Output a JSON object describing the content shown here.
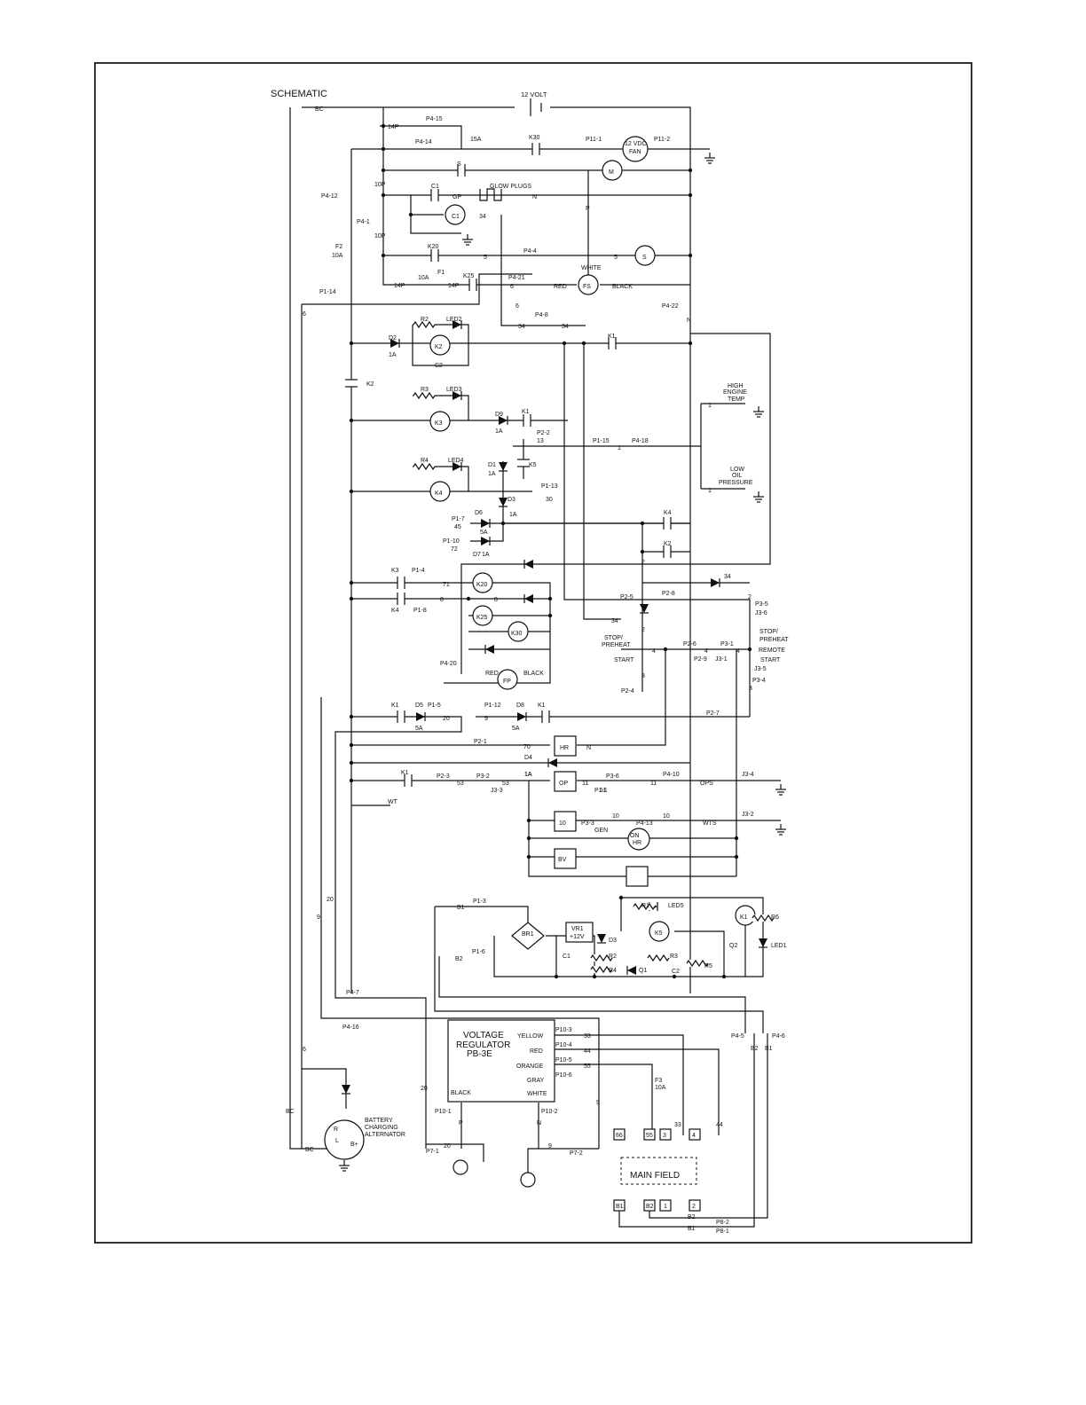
{
  "title": "SCHEMATIC",
  "battery": "12 VOLT",
  "colors": {
    "line": "#111111",
    "background": "#ffffff"
  },
  "top_section": {
    "labels": [
      "BC",
      "14P",
      "P4-15",
      "15A",
      "P4-14",
      "K30",
      "P11-1",
      "12 VDC",
      "FAN",
      "P11-2",
      "S",
      "M",
      "10P",
      "C1",
      "GP",
      "GLOW PLUGS",
      "N",
      "P4-12",
      "P4-1",
      "10P",
      "C1",
      "34",
      "F2",
      "10A",
      "K20",
      "5",
      "P4-4",
      "5",
      "S",
      "P",
      "WHITE",
      "F1",
      "10A",
      "14P",
      "14P",
      "K25",
      "6",
      "P4-21",
      "RED",
      "FS",
      "BLACK",
      "P1-14",
      "6",
      "6",
      "P4-22",
      "N",
      "P4-8",
      "34",
      "34"
    ]
  },
  "relay_section": {
    "labels": [
      "D2",
      "1A",
      "R2",
      "LED2",
      "K2",
      "C2",
      "K1",
      "K2",
      "R3",
      "LED3",
      "K3",
      "D9",
      "1A",
      "K1",
      "HIGH",
      "ENGINE",
      "TEMP",
      "1",
      "P2-2",
      "13",
      "P1-15",
      "P4-18",
      "1",
      "R4",
      "LED4",
      "D1",
      "1A",
      "K5",
      "K4",
      "D3",
      "P1-13",
      "30",
      "1A",
      "LOW",
      "OIL",
      "PRESSURE",
      "1",
      "P1-7",
      "45",
      "D6",
      "5A",
      "K4",
      "P1-10",
      "72",
      "D7",
      "1A",
      "K2",
      "2"
    ]
  },
  "control_section": {
    "labels": [
      "34",
      "K3",
      "P1-4",
      "71",
      "K20",
      "P2-8",
      "2",
      "P3-5",
      "J3-6",
      "K4",
      "P1-8",
      "8",
      "8",
      "P2-5",
      "K25",
      "34",
      "2",
      "STOP/",
      "PREHEAT",
      "K30",
      "STOP/",
      "PREHEAT",
      "P2-6",
      "P3-1",
      "4",
      "REMOTE",
      "4",
      "4",
      "P2-9",
      "J3-1",
      "START",
      "P4-20",
      "START",
      "J3-5",
      "RED",
      "FP",
      "BLACK",
      "3",
      "3",
      "P3-4",
      "P2-4",
      "K1",
      "D5",
      "P1-5",
      "20",
      "P1-12",
      "9",
      "D8",
      "K1",
      "5A",
      "5A",
      "P2-7",
      "P2-1",
      "70",
      "HR",
      "N",
      "D4",
      "1A",
      "K1",
      "P2-3",
      "53",
      "P3-2",
      "53",
      "1A",
      "OP",
      "11",
      "P3-6",
      "11",
      "P4-10",
      "11",
      "OPS",
      "J3-4",
      "J3-3",
      "P1-1",
      "WT",
      "10",
      "P3-3",
      "10",
      "P4-13",
      "10",
      "WTS",
      "J3-2",
      "GEN",
      "ON",
      "HR",
      "BV"
    ]
  },
  "board_section": {
    "labels": [
      "B1",
      "P1-3",
      "R1",
      "LED5",
      "K1",
      "R6",
      "VR1",
      "+12V",
      "BR1",
      "D3",
      "K5",
      "Q2",
      "LED1",
      "B2",
      "P1-6",
      "C1",
      "R2",
      "R3",
      "R4",
      "Q1",
      "C2",
      "R5"
    ]
  },
  "regulator_section": {
    "labels": [
      "20",
      "9",
      "P4-7",
      "P4-16",
      "VOLTAGE",
      "REGULATOR",
      "PB-3E",
      "YELLOW",
      "P10-3",
      "33",
      "RED",
      "P10-4",
      "44",
      "ORANGE",
      "P10-5",
      "55",
      "GRAY",
      "P10-6",
      "WHITE",
      "BLACK",
      "P4-5",
      "P4-6",
      "B2",
      "B1",
      "F3",
      "10A",
      "6",
      "BC",
      "BATTERY",
      "CHARGING",
      "ALTERNATOR",
      "P10-1",
      "P",
      "P10-2",
      "N",
      "20",
      "9",
      "33",
      "44",
      "66",
      "55",
      "3",
      "4",
      "R",
      "L",
      "B+",
      "BC",
      "P7-1",
      "20",
      "9",
      "P7-2",
      "MAIN FIELD",
      "B1",
      "B2",
      "1",
      "2",
      "B2",
      "P8-2",
      "B1",
      "P8-1"
    ]
  }
}
